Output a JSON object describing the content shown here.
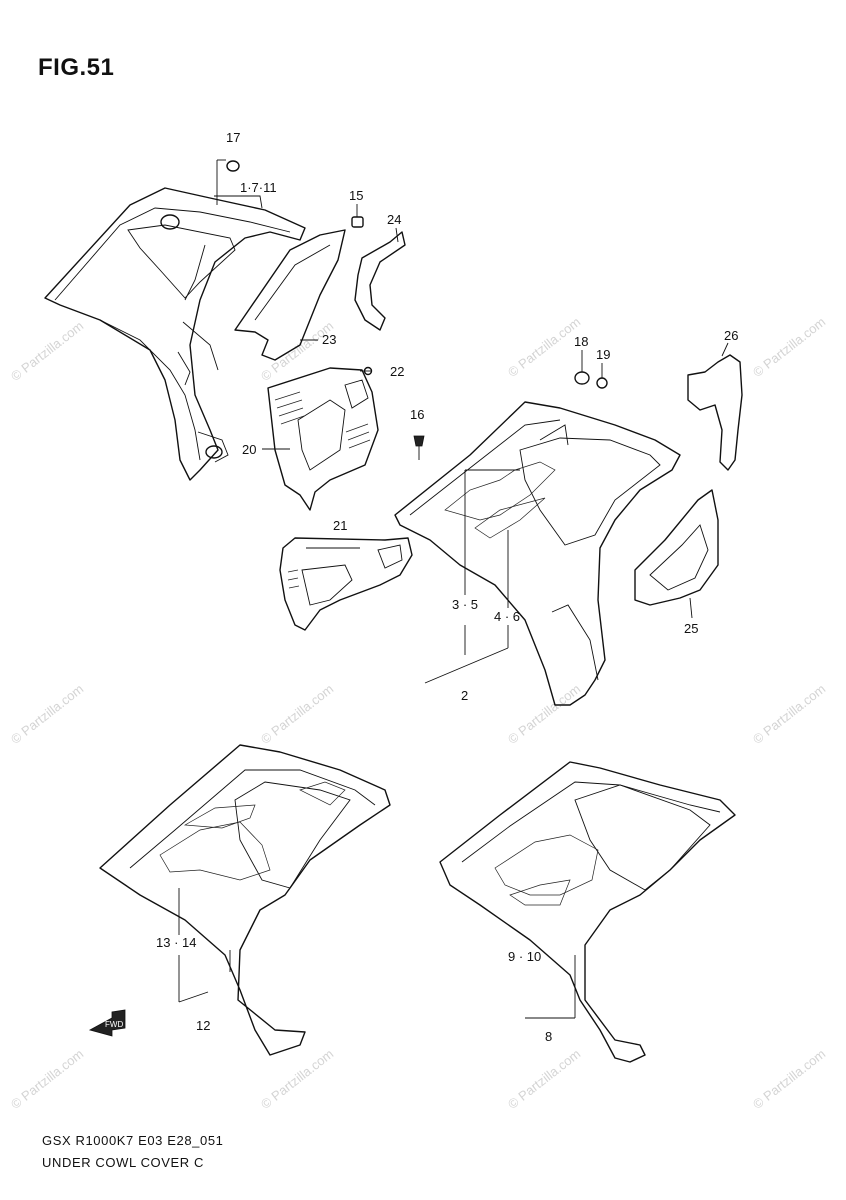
{
  "figure_title": "FIG.51",
  "callouts": {
    "c17": "17",
    "c1_7_11": "1·7·11",
    "c15": "15",
    "c24": "24",
    "c23": "23",
    "c22": "22",
    "c18": "18",
    "c19": "19",
    "c26": "26",
    "c16": "16",
    "c20": "20",
    "c21": "21",
    "c3_5": "3 · 5",
    "c4_6": "4 · 6",
    "c2": "2",
    "c25": "25",
    "c13_14": "13 · 14",
    "c12": "12",
    "c9_10": "9 · 10",
    "c8": "8"
  },
  "fwd_label": "FWD",
  "watermark": "© Partzilla.com",
  "footer": {
    "model_code": "GSX R1000K7 E03 E28_051",
    "diagram_name": "UNDER COWL COVER C"
  }
}
